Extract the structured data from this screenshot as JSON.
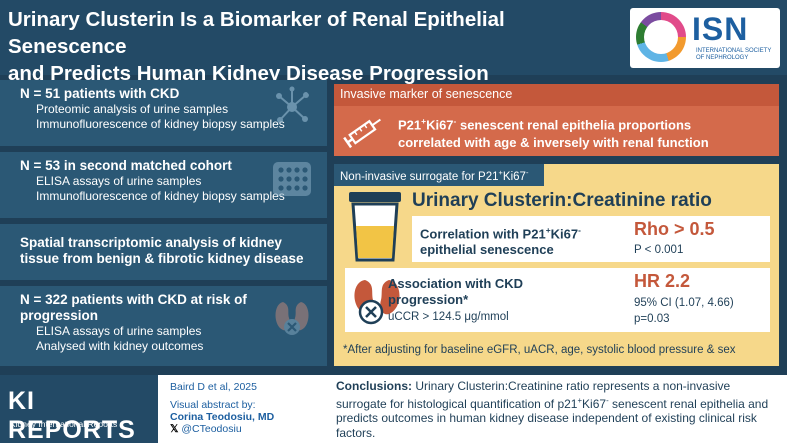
{
  "header": {
    "title_line1": "Urinary Clusterin Is a Biomarker of Renal Epithelial Senescence",
    "title_line2": "and Predicts Human Kidney Disease Progression"
  },
  "logo": {
    "name": "ISN",
    "subtitle_line1": "INTERNATIONAL SOCIETY",
    "subtitle_line2": "OF NEPHROLOGY"
  },
  "left_panels": [
    {
      "title": "N = 51 patients with CKD",
      "lines": [
        "Proteomic analysis of urine samples",
        "Immunofluorescence of kidney biopsy samples"
      ],
      "icon": "network-icon"
    },
    {
      "title": "N = 53 in second matched cohort",
      "lines": [
        "ELISA assays of urine samples",
        "Immunofluorescence of kidney biopsy samples"
      ],
      "icon": "plate-icon"
    },
    {
      "title_line1": "Spatial transcriptomic analysis of kidney",
      "title_line2": "tissue from benign & fibrotic kidney disease"
    },
    {
      "title_line1": "N = 322 patients with CKD at risk of",
      "title_line2": "progression",
      "lines": [
        "ELISA assays of urine samples",
        "Analysed with kidney outcomes"
      ],
      "icon": "kidney-icon"
    }
  ],
  "invasive": {
    "label": "Invasive marker of senescence",
    "text_line1_pre": "P21",
    "text_line1_sup1": "+",
    "text_line1_mid": "Ki67",
    "text_line1_sup2": "-",
    "text_line1_post": " senescent renal epithelia proportions",
    "text_line2": "correlated with age & inversely with renal function"
  },
  "non_invasive": {
    "label_pre": "Non-invasive surrogate for P21",
    "label_sup1": "+",
    "label_mid": "Ki67",
    "label_sup2": "-",
    "title": "Urinary Clusterin:Creatinine ratio",
    "correlation_line1_pre": "Correlation with P21",
    "correlation_sup1": "+",
    "correlation_mid": "Ki67",
    "correlation_sup2": "-",
    "correlation_line2": "epithelial senescence",
    "correlation_stat": "Rho > 0.5",
    "correlation_p": "P < 0.001",
    "association_line1": "Association with CKD",
    "association_line2": "progression*",
    "association_threshold": "uCCR > 124.5 μg/mmol",
    "association_stat": "HR 2.2",
    "association_ci": "95% CI (1.07, 4.66)",
    "association_p": "p=0.03",
    "footnote": "*After adjusting for baseline eGFR, uACR, age, systolic blood pressure & sex"
  },
  "journal": {
    "name": "KI REPORTS",
    "subtitle": "Kidney International Reports"
  },
  "credits": {
    "citation": "Baird D et al, 2025",
    "abstract_by": "Visual abstract by:",
    "author": "Corina Teodosiu, MD",
    "handle": "@CTeodosiu"
  },
  "conclusion": {
    "label": "Conclusions:",
    "text_part1": " Urinary Clusterin:Creatinine ratio represents a non-invasive surrogate for histological quantification of p21",
    "sup1": "+",
    "text_part2": "Ki67",
    "sup2": "-",
    "text_part3": " senescent renal epithelia and predicts outcomes in human kidney disease independent of existing clinical risk factors."
  },
  "colors": {
    "header_bg": "#234a66",
    "panel_bg": "#2b5875",
    "accent_orange": "#d46a4b",
    "accent_yellow": "#f6d88a",
    "stat_red": "#c4583b"
  }
}
